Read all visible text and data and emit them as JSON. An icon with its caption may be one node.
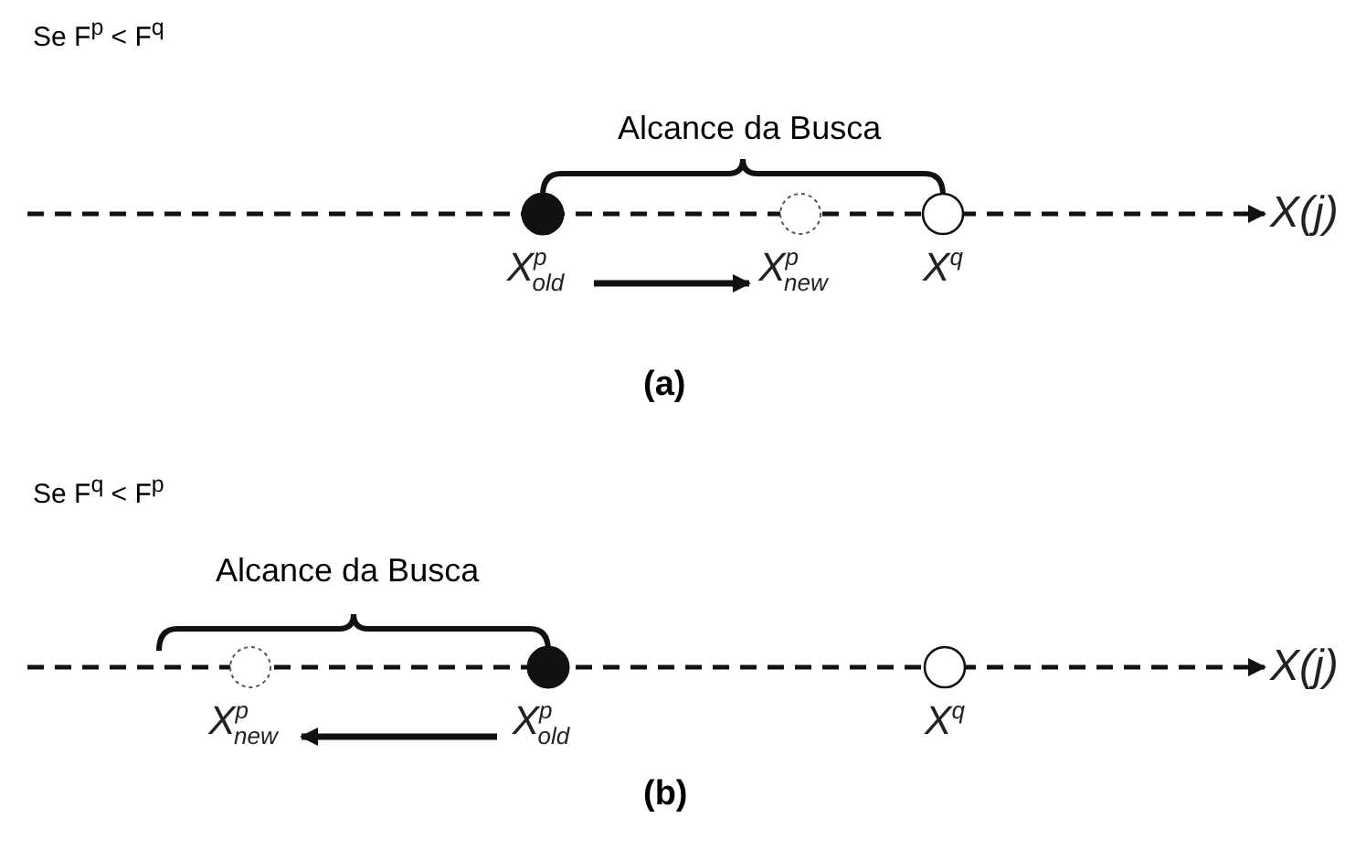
{
  "diagram": {
    "nodes": [
      {
        "text": [
          "X$^{p}$$_{old}$"
        ]
      },
      {
        "text": [
          "X$^{p}$$_{new}$"
        ]
      },
      {
        "text": [
          "X$^{q}$"
        ]
      },
      {
        "text": [
          "X$^{p}$$_{new}$"
        ]
      },
      {
        "text": [
          "X$^{p}$$_{old}$"
        ]
      },
      {
        "text": [
          "X$^{q}$"
        ]
      }
    ],
    "edges": [
      {
        "from": 0,
        "to": 1,
        "arrow": "to"
      },
      {
        "from": 4,
        "to": 3,
        "arrow": "to"
      }
    ],
    "labels": [
      "Se F$^{p}$ < F$^{q}$",
      "Alcance da Busca",
      "X(j)",
      "(a)",
      "Se F$^{q}$ < F$^{p}$",
      "Alcance da Busca",
      "X(j)",
      "(b)"
    ]
  }
}
